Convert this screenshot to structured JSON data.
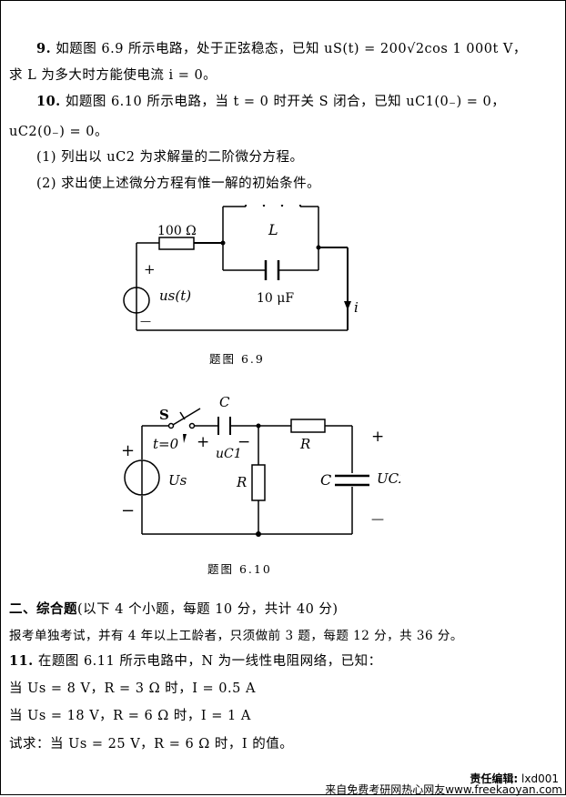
{
  "problem9": {
    "number": "9.",
    "line1": "如题图 6.9 所示电路，处于正弦稳态，已知 uS(t) = 200√2cos 1 000t V，",
    "line2": "求 L 为多大时方能使电流 i = 0。"
  },
  "problem10": {
    "number": "10.",
    "line1": "如题图 6.10 所示电路，当 t = 0 时开关 S 闭合，已知 uC1(0₋) = 0，",
    "line2": "uC2(0₋) = 0。",
    "sub1": "(1) 列出以 uC2 为求解量的二阶微分方程。",
    "sub2": "(2) 求出使上述微分方程有惟一解的初始条件。"
  },
  "figure69": {
    "resistor": "100 Ω",
    "inductor": "L",
    "capacitor": "10 μF",
    "source": "us(t)",
    "plus": "+",
    "minus": "—",
    "current": "i",
    "caption": "题图  6.9"
  },
  "figure610": {
    "switch": "S",
    "switch_time": "t=0",
    "cap1": "C",
    "cap1_voltage": "uC1",
    "cap1_plus": "+",
    "cap1_minus": "−",
    "resistor_top": "R",
    "resistor_mid": "R",
    "cap2": "C",
    "cap2_voltage": "UC2",
    "source": "Us",
    "plus": "+",
    "minus": "−",
    "caption": "题图  6.10"
  },
  "section2": {
    "heading": "二、综合题",
    "heading_note": "(以下 4 个小题，每题 10 分，共计 40 分)",
    "note": "报考单独考试，并有 4 年以上工龄者，只须做前 3 题，每题 12 分，共 36 分。"
  },
  "problem11": {
    "number": "11.",
    "line1": "在题图 6.11 所示电路中，N 为一线性电阻网络，已知：",
    "cond1": "当 Us = 8 V，R = 3 Ω 时，I = 0.5 A",
    "cond2": "当 Us = 18 V，R = 6 Ω 时，I = 1 A",
    "question": "试求：当 Us = 25 V，R = 6 Ω 时，I 的值。"
  },
  "footer": {
    "editor_label": "责任编辑:",
    "editor_value": "lxd001",
    "source": "来自免费考研网热心网友www.freekaoyan.com"
  }
}
